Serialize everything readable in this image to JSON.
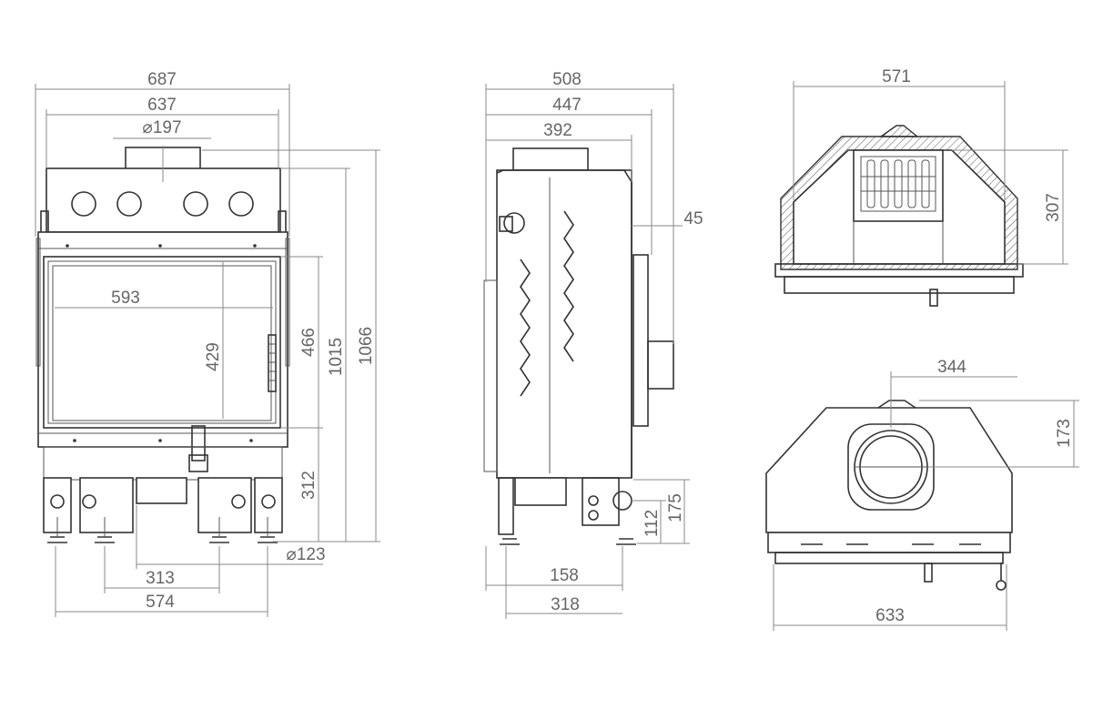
{
  "front_view": {
    "dims": {
      "overall_width": "687",
      "body_width": "637",
      "flue_diameter": "⌀197",
      "glass_width": "593",
      "glass_height": "429",
      "door_height": "466",
      "height_without_flue": "1015",
      "overall_height": "1066",
      "leg_height": "312",
      "air_diameter": "⌀123",
      "inner_leg_spacing": "313",
      "outer_leg_spacing": "574"
    }
  },
  "side_view": {
    "dims": {
      "overall_depth": "508",
      "body_depth": "447",
      "flue_offset": "392",
      "door_offset": "45",
      "air_offset": "158",
      "leg_depth": "318",
      "air_inlet_height": "175",
      "air_inlet_center": "112"
    }
  },
  "top_view": {
    "dims": {
      "top_width": "571",
      "top_depth": "307"
    }
  },
  "bottom_view": {
    "dims": {
      "opening_width": "344",
      "opening_offset": "173",
      "bottom_width": "633"
    }
  }
}
